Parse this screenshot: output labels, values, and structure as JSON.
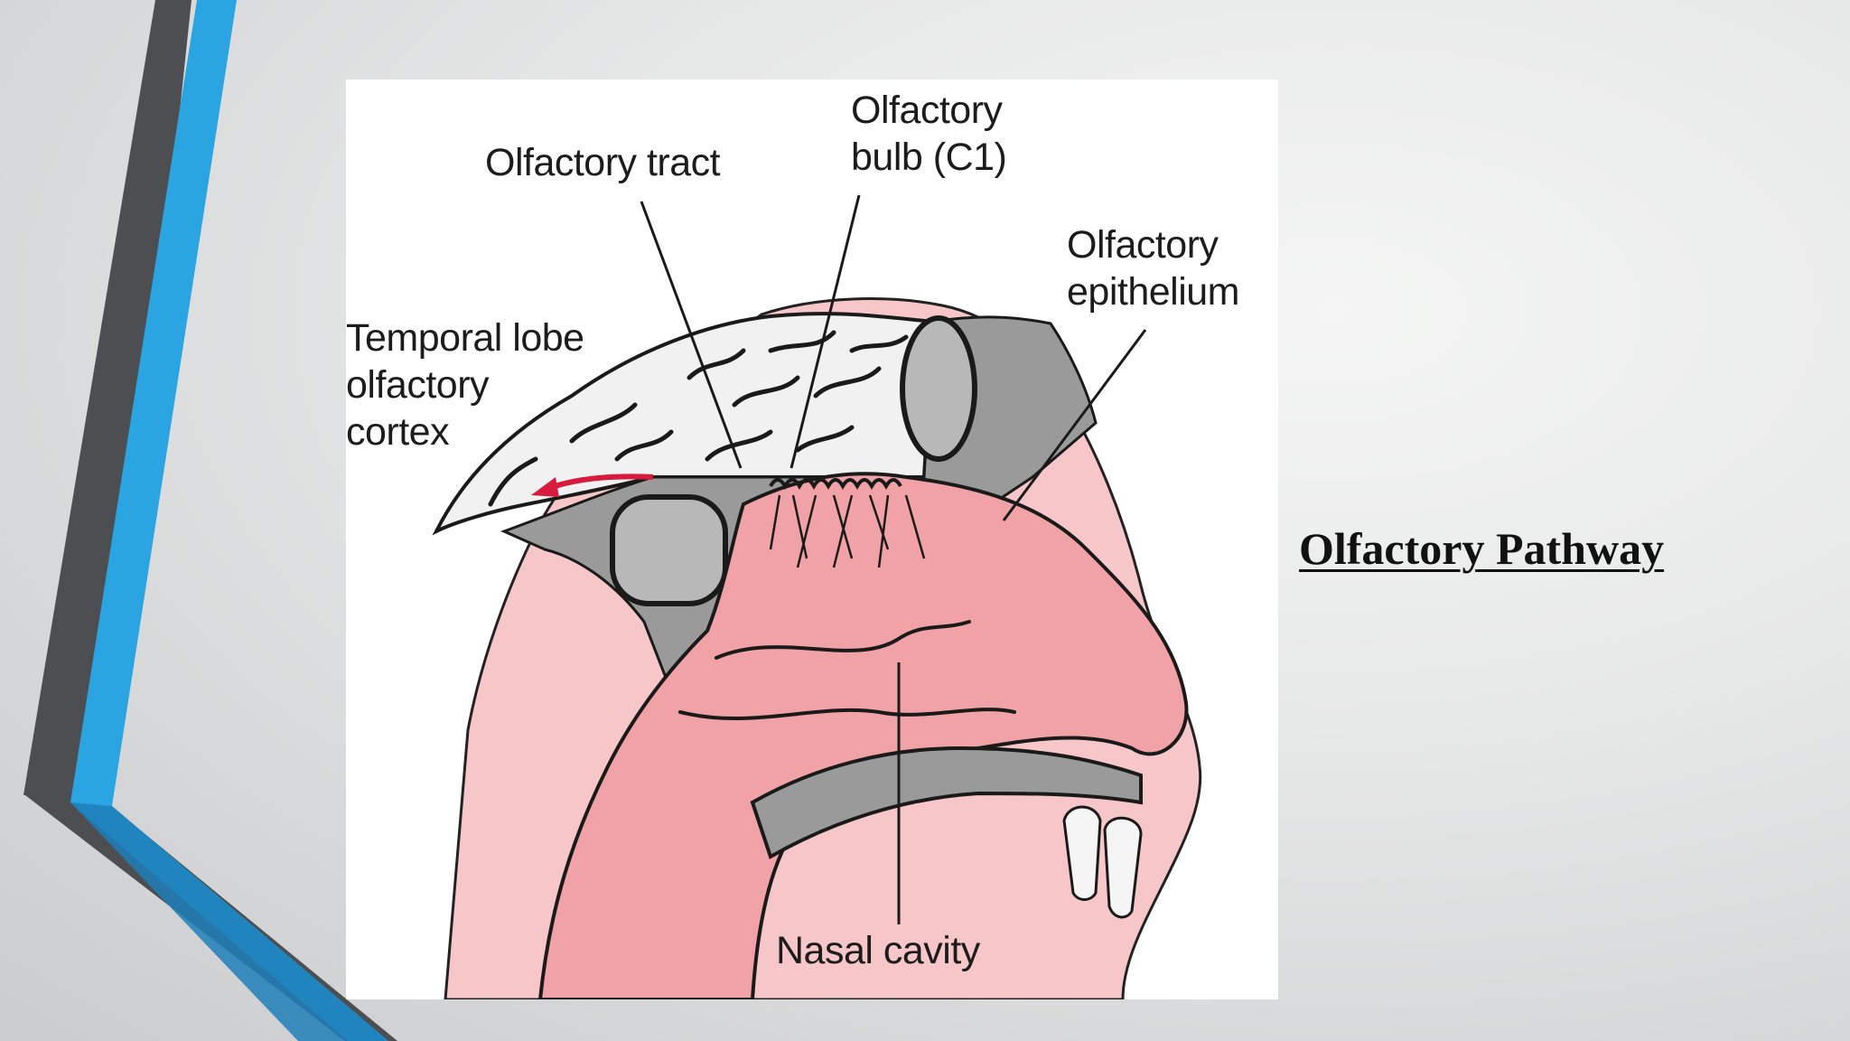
{
  "slide": {
    "title": "Olfactory Pathway",
    "accent_colors": {
      "blue": "#29a3e0",
      "dark": "#4a4c4f",
      "tissue_pink": "#f49a9f",
      "pathway_red": "#d81b3c"
    }
  },
  "figure": {
    "labels": {
      "olfactory_tract": "Olfactory tract",
      "olfactory_bulb": "Olfactory\nbulb (C1)",
      "olfactory_epithelium": "Olfactory\nepithelium",
      "temporal_lobe": "Temporal lobe\nolfactory\ncortex",
      "nasal_cavity": "Nasal cavity"
    }
  }
}
